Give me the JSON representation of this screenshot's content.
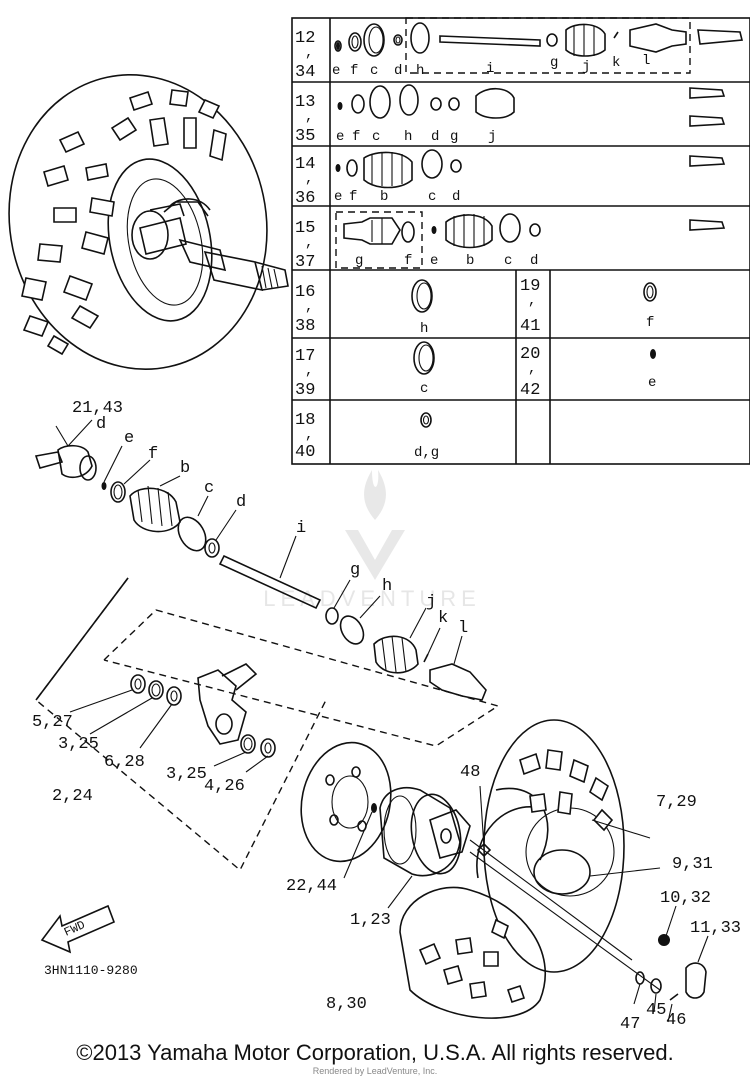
{
  "table": {
    "rows": [
      {
        "num": "12",
        "num2": "34",
        "letters": [
          "e",
          "f",
          "c",
          "d",
          "h",
          "i",
          "g",
          "j",
          "k",
          "l"
        ]
      },
      {
        "num": "13",
        "num2": "35",
        "letters": [
          "e",
          "f",
          "c",
          "h",
          "d",
          "g",
          "j"
        ]
      },
      {
        "num": "14",
        "num2": "36",
        "letters": [
          "e",
          "f",
          "b",
          "c",
          "d"
        ]
      },
      {
        "num": "15",
        "num2": "37",
        "letters": [
          "g",
          "f",
          "e",
          "b",
          "c",
          "d"
        ]
      },
      {
        "num": "16",
        "num2": "38",
        "letter": "h",
        "right_num": "19",
        "right_num2": "41",
        "right_letter": "f"
      },
      {
        "num": "17",
        "num2": "39",
        "letter": "c",
        "right_num": "20",
        "right_num2": "42",
        "right_letter": "e"
      },
      {
        "num": "18",
        "num2": "40",
        "letter": "d,g"
      }
    ]
  },
  "callouts": {
    "c21_43": "21,43",
    "d": "d",
    "e": "e",
    "f": "f",
    "b": "b",
    "c": "c",
    "d2": "d",
    "i": "i",
    "g": "g",
    "h": "h",
    "j": "j",
    "k": "k",
    "l": "l",
    "c5_27": "5,27",
    "c3_25a": "3,25",
    "c6_28": "6,28",
    "c3_25b": "3,25",
    "c4_26": "4,26",
    "c2_24": "2,24",
    "c48": "48",
    "c7_29": "7,29",
    "c9_31": "9,31",
    "c10_32": "10,32",
    "c11_33": "11,33",
    "c22_44": "22,44",
    "c1_23": "1,23",
    "c8_30": "8,30",
    "c47": "47",
    "c45": "45",
    "c46": "46"
  },
  "fwd_label": "FWD",
  "part_code": "3HN1110-9280",
  "watermark": "LEADVENTURE",
  "footer": {
    "copyright": "©2013 Yamaha Motor Corporation, U.S.A. All rights reserved.",
    "rendered_by": "Rendered by LeadVenture, Inc."
  }
}
